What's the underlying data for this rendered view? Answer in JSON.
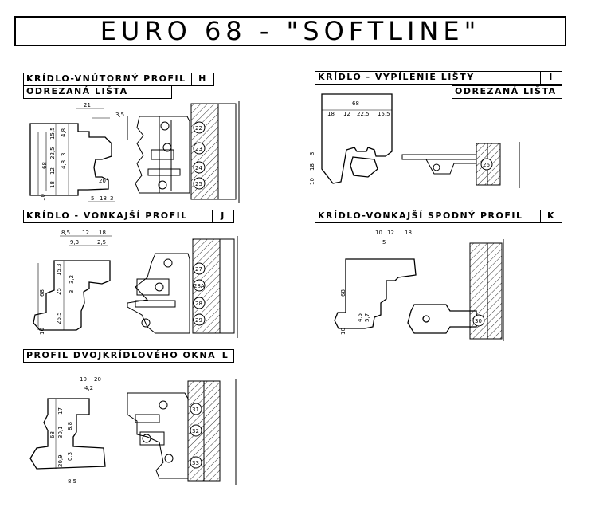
{
  "title": "EURO 68 - \"SOFTLINE\"",
  "sections": {
    "H": {
      "name": "KRÍDLO-VNÚTORNÝ PROFIL",
      "letter": "H",
      "sub": "ODREZANÁ LIŠTA",
      "dims_top": [
        "21",
        "3,5"
      ],
      "dims_side": [
        "18",
        "12",
        "22,5",
        "15,5"
      ],
      "dims_bottom": [
        "5",
        "18",
        "3"
      ],
      "vertical": [
        "68",
        "10",
        "4,8",
        "4,8",
        "3"
      ],
      "angle": "20°",
      "cutters": [
        "22",
        "23",
        "24",
        "25"
      ]
    },
    "I": {
      "name": "KRÍDLO - VYPÍLENIE LIŠTY",
      "letter": "I",
      "sub": "ODREZANÁ LIŠTA",
      "dims_top": [
        "68"
      ],
      "dims_side": [
        "18",
        "12",
        "22,5",
        "15,5"
      ],
      "vertical": [
        "10",
        "18",
        "3"
      ],
      "cutters": [
        "26"
      ]
    },
    "J": {
      "name": "KRÍDLO - VONKAJŠÍ PROFIL",
      "letter": "J",
      "dims_top": [
        "8,5",
        "12",
        "18",
        "9,3",
        "2,5"
      ],
      "vertical": [
        "68",
        "10",
        "26,5",
        "25",
        "15,3",
        "3,2",
        "3"
      ],
      "cutters": [
        "27",
        "28A",
        "28",
        "29"
      ]
    },
    "K": {
      "name": "KRÍDLO-VONKAJŠÍ SPODNÝ PROFIL",
      "letter": "K",
      "dims_top": [
        "10",
        "12",
        "18",
        "5"
      ],
      "vertical": [
        "68",
        "10",
        "4,5",
        "5,7"
      ],
      "cutters": [
        "30"
      ]
    },
    "L": {
      "name": "PROFIL DVOJKRÍDLOVÉHO OKNA",
      "letter": "L",
      "dims_top": [
        "10",
        "20",
        "4,2"
      ],
      "vertical": [
        "68",
        "20,9",
        "30,1",
        "17",
        "8,8",
        "0,3"
      ],
      "dims_bottom": [
        "8,5"
      ],
      "cutters": [
        "31",
        "32",
        "33"
      ]
    }
  }
}
